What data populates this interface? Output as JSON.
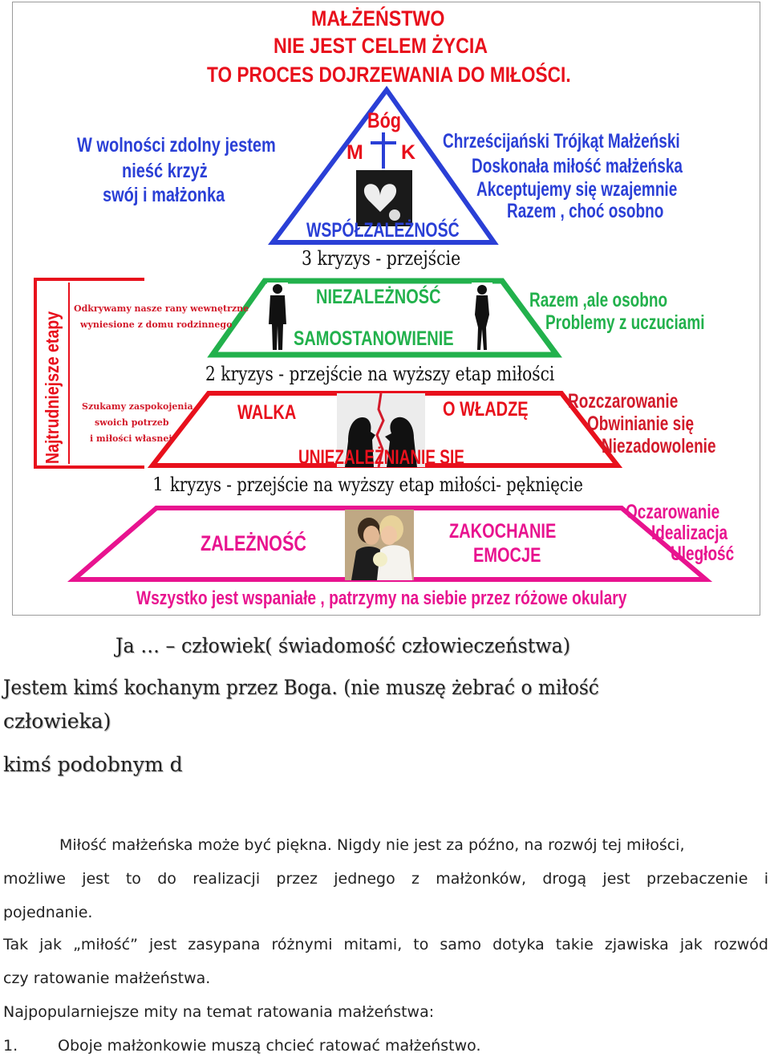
{
  "diagram": {
    "title_lines": [
      "MAŁŻEŃSTWO",
      "NIE JEST CELEM ŻYCIA",
      "TO PROCES  DOJRZEWANIA DO MIŁOŚCI."
    ],
    "top": {
      "left_text": [
        "W wolności  zdolny jestem",
        "nieść krzyż",
        "swój i małżonka"
      ],
      "apex_labels": {
        "god": "Bóg",
        "m": "M",
        "k": "K"
      },
      "label": "WSPÓŁZALEŻNOŚĆ",
      "right_text": [
        "Chrześcijański Trójkąt Małżeński",
        "Doskonała miłość małżeńska",
        "Akceptujemy się wzajemnie",
        "Razem , choć osobno"
      ],
      "crisis": "3 kryzys - przejście"
    },
    "side_bracket": {
      "vertical_label": "Najtrudniejsze etapy",
      "note_top": [
        "Odkrywamy nasze  rany wewnętrzne",
        "wyniesione z domu rodzinnego"
      ],
      "note_bottom": [
        "Szukamy zaspokojenia",
        "swoich potrzeb",
        "i miłości własnej"
      ]
    },
    "green_level": {
      "label1": "NIEZALEŻNOŚĆ",
      "label2": "SAMOSTANOWIENIE",
      "right_text": [
        "Razem ,ale osobno",
        "Problemy z uczuciami"
      ],
      "crisis": "2 kryzys - przejście  na wyższy etap miłości"
    },
    "red_level": {
      "left_label": "WALKA",
      "right_label": "O WŁADZĘ",
      "bottom_label": "UNIEZALEŻNIANIE SIĘ",
      "right_text": [
        "Rozczarowanie",
        "Obwinianie się",
        "Niezadowolenie"
      ],
      "crisis_num": "1",
      "crisis": "kryzys - przejście  na wyższy etap miłości- pęknięcie"
    },
    "pink_level": {
      "left_label": "ZALEŻNOŚĆ",
      "right_label": [
        "ZAKOCHANIE",
        "EMOCJE"
      ],
      "right_text": [
        "Oczarowanie",
        "Idealizacja",
        "Uległość"
      ],
      "footer": "Wszystko jest  wspaniałe , patrzymy na siebie przez różowe okulary"
    }
  },
  "document": {
    "heading1": "Ja …  – człowiek( świadomość człowieczeństwa)",
    "heading2_line1": "Jestem kimś kochanym przez Boga. (nie muszę żebrać o miłość",
    "heading2_line2": "człowieka)",
    "heading3": "kimś podobnym d",
    "p1_line1": "Miłość małżeńska może być piękna. Nigdy nie jest za późno, na rozwój tej miłości,",
    "p1_line2": "możliwe jest to do realizacji przez jednego z małżonków, drogą jest przebaczenie i",
    "p1_line3": "pojednanie.",
    "p2_line1": "Tak jak „miłość” jest zasypana różnymi mitami, to samo dotyka takie zjawiska jak rozwód",
    "p2_line2": "czy ratowanie małżeństwa.",
    "p3": "Najpopularniejsze mity na temat ratowania małżeństwa:",
    "list_num": "1.",
    "list_item": "Oboje małżonkowie muszą chcieć ratować małżeństwo."
  }
}
